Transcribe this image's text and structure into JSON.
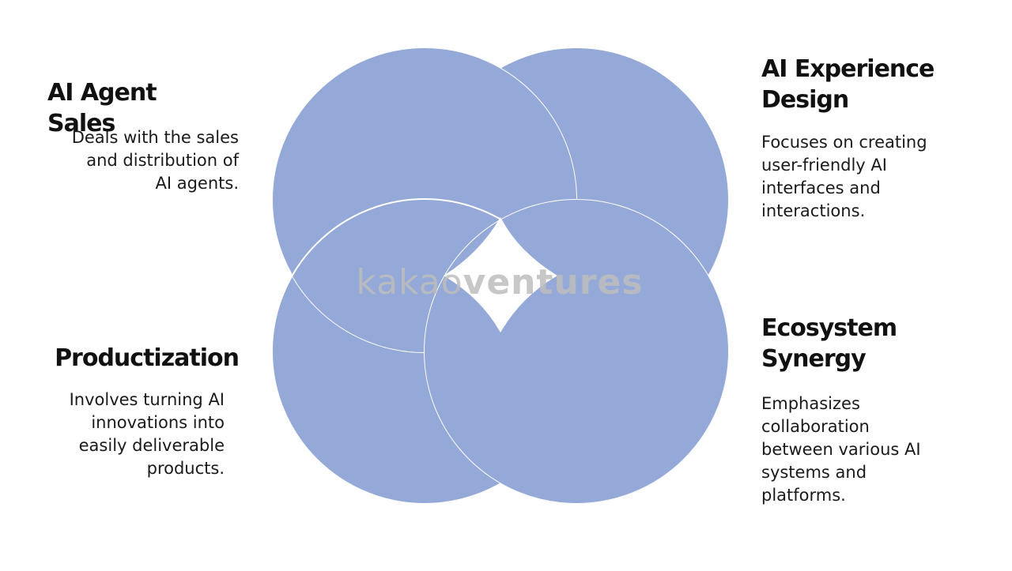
{
  "diagram": {
    "fill_color": "#94a9d7",
    "outline_color": "#ffffff",
    "background": "#ffffff"
  },
  "watermark": {
    "part1": "kakao",
    "part2": "ventures",
    "color": "#bdbdbd"
  },
  "quadrants": {
    "top_left": {
      "title": "AI Agent Sales",
      "lines": [
        "Deals with the sales",
        "and distribution of",
        "AI agents."
      ]
    },
    "top_right": {
      "title_lines": [
        "AI Experience",
        "Design"
      ],
      "lines": [
        "Focuses on creating",
        "user-friendly AI",
        "interfaces and",
        "interactions."
      ]
    },
    "bottom_left": {
      "title": "Productization",
      "lines": [
        "Involves turning AI",
        "innovations into",
        "easily deliverable",
        "products."
      ]
    },
    "bottom_right": {
      "title_lines": [
        "Ecosystem",
        "Synergy"
      ],
      "lines": [
        "Emphasizes",
        "collaboration",
        "between various AI",
        "systems and",
        "platforms."
      ]
    }
  }
}
